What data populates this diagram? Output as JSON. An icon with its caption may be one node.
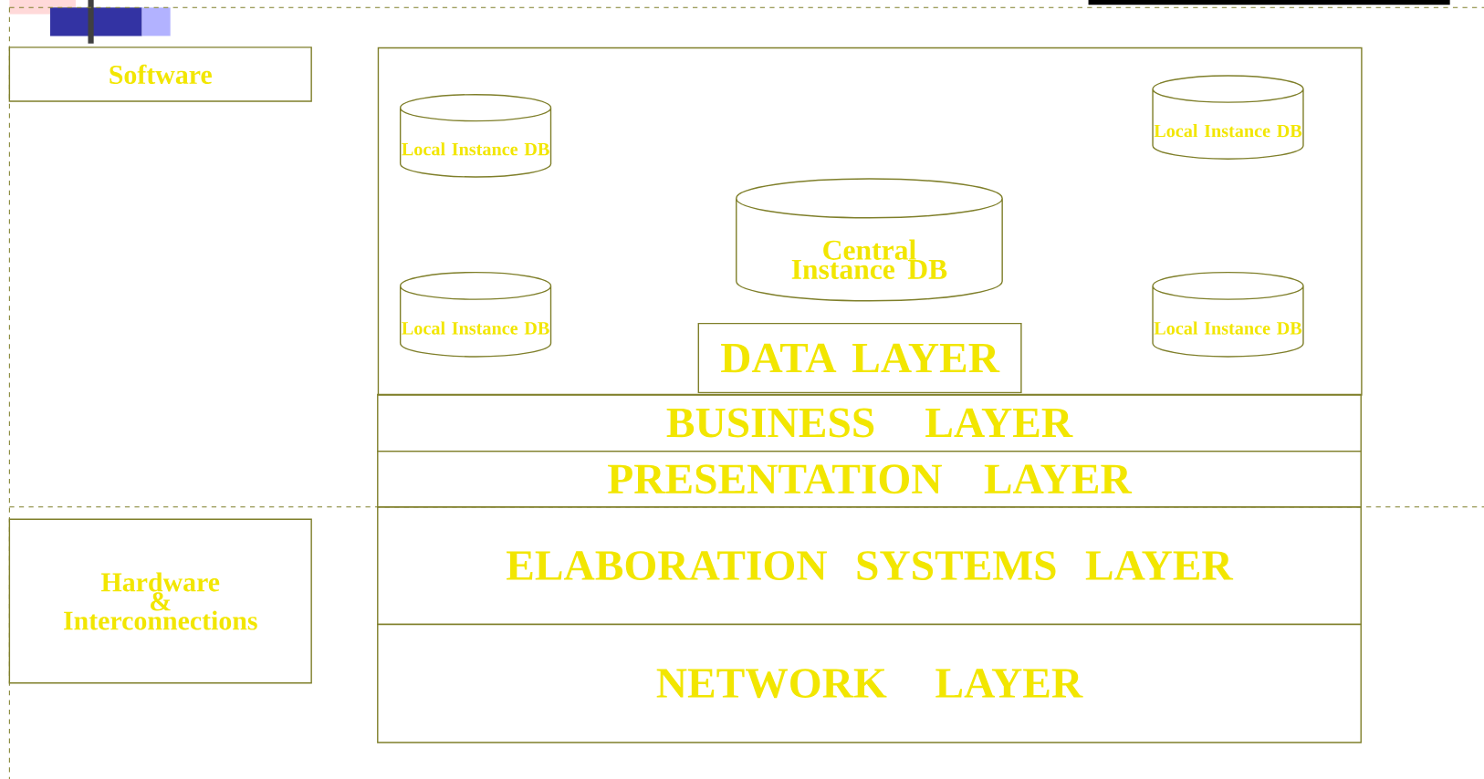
{
  "diagram": {
    "nodes": [
      {
        "text": [
          "Software"
        ]
      },
      {
        "text": [],
        "shape": "box"
      },
      {
        "text": [
          "Local Instance DB"
        ],
        "in": 1
      },
      {
        "text": [
          "Local Instance DB"
        ],
        "in": 1
      },
      {
        "text": [
          "Central Instance DB"
        ],
        "in": 1
      },
      {
        "text": [
          "Local Instance DB"
        ],
        "in": 1
      },
      {
        "text": [
          "Local Instance DB"
        ],
        "in": 1
      },
      {
        "text": [
          "DATA LAYER"
        ],
        "in": 1
      },
      {
        "text": [
          "BUSINESS LAYER"
        ]
      },
      {
        "text": [
          "PRESENTATION LAYER"
        ]
      },
      {
        "text": [
          "Hardware & Interconnections"
        ]
      },
      {
        "text": [
          "ELABORATION SYSTEMS LAYER"
        ]
      },
      {
        "text": [
          "NETWORK LAYER"
        ]
      }
    ]
  }
}
